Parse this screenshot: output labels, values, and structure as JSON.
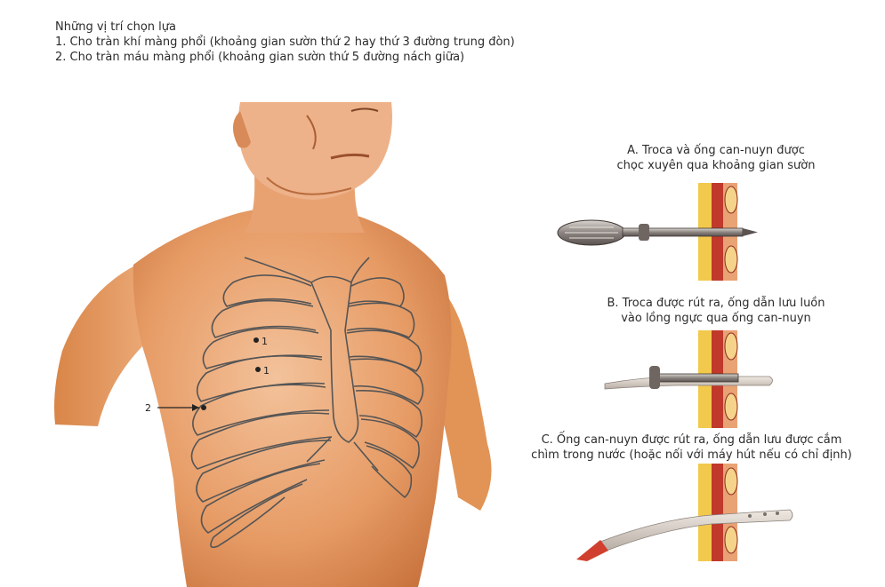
{
  "header": {
    "title": "Những vị trí chọn lựa",
    "line1": "1. Cho tràn khí màng phổi (khoảng gian sườn thứ 2 hay thứ 3 đường trung đòn)",
    "line2": "2. Cho tràn máu màng phổi (khoảng gian sườn thứ 5 đường nách giữa)"
  },
  "torso_labels": {
    "site1a": "1",
    "site1b": "1",
    "site2": "2"
  },
  "steps": {
    "a": {
      "line1": "A. Troca và ống can-nuyn được",
      "line2": "chọc xuyên qua khoảng gian sườn"
    },
    "b": {
      "line1": "B. Troca được rút ra, ống dẫn lưu luồn",
      "line2": "vào lồng ngực qua ống can-nuyn"
    },
    "c": {
      "line1": "C. Ống can-nuyn được rút ra, ống dẫn lưu được cắm",
      "line2": "chìm trong nước (hoặc nối với máy hút nếu có chỉ định)"
    }
  },
  "colors": {
    "skin": "#e9a26e",
    "skin_dark": "#c97744",
    "rib_line": "#555555",
    "tissue_yellow": "#f2c94c",
    "tissue_red": "#c0392b",
    "tube": "#b8b0a8"
  }
}
